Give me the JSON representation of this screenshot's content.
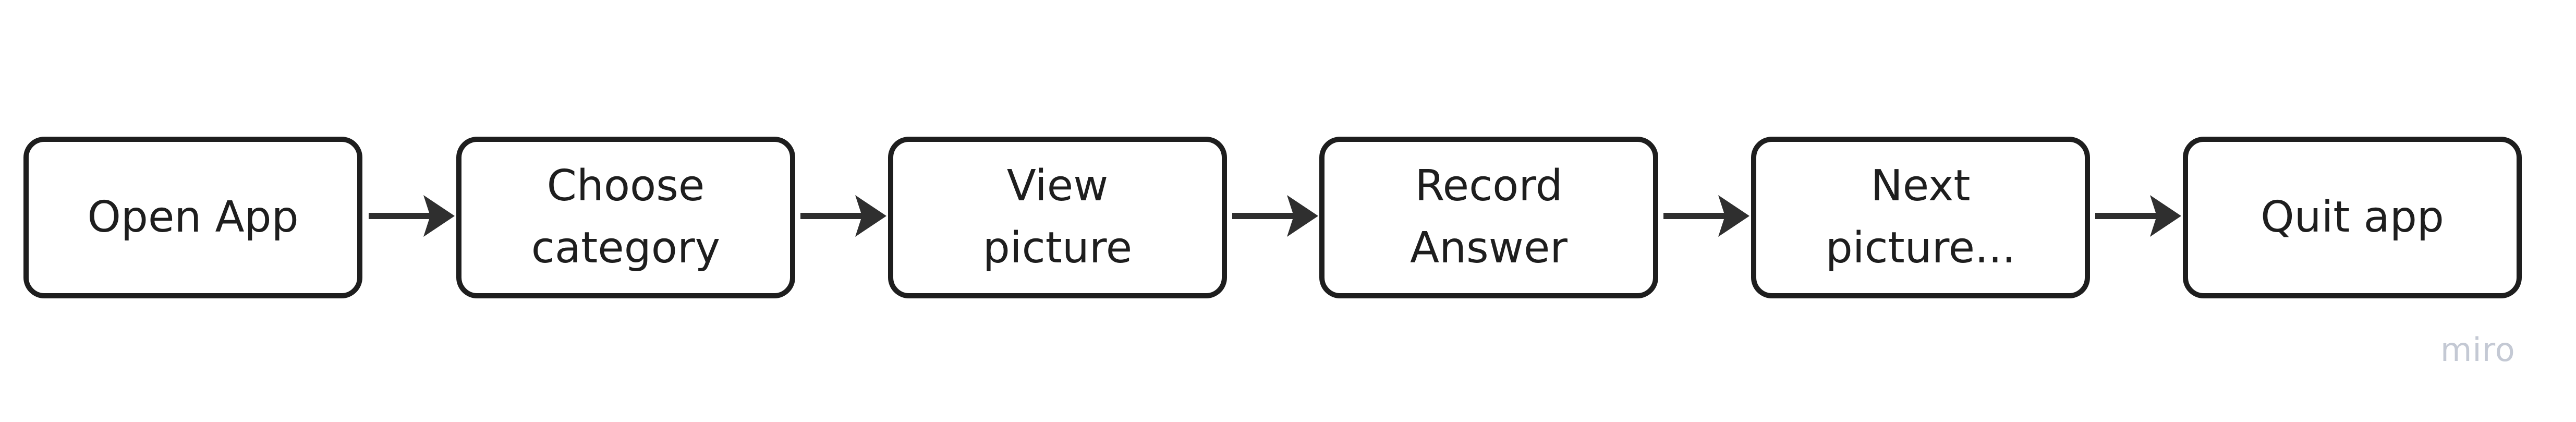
{
  "flow": {
    "steps": [
      {
        "label": "Open App"
      },
      {
        "label": "Choose\ncategory"
      },
      {
        "label": "View\npicture"
      },
      {
        "label": "Record\nAnswer"
      },
      {
        "label": "Next\npicture..."
      },
      {
        "label": "Quit app"
      }
    ]
  },
  "watermark": "miro",
  "colors": {
    "stroke": "#1e1e1e",
    "arrow": "#2f2f2f",
    "watermark": "#c4c9d4",
    "background": "#ffffff"
  },
  "icons": {
    "connector": "arrow-right-icon"
  }
}
